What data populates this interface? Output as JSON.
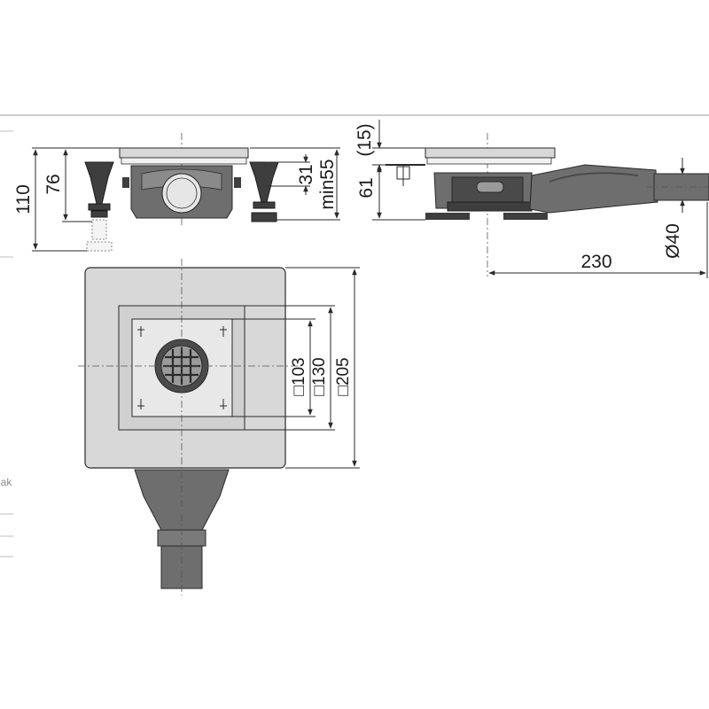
{
  "dimensions": {
    "front_total_height": "110",
    "front_height": "76",
    "front_top_gap": "31",
    "front_min_depth": "min55",
    "side_top": "(15)",
    "side_height": "61",
    "side_pipe_diameter": "Ø40",
    "side_length": "230",
    "plan_grate": "□103",
    "plan_frame": "□130",
    "plan_outer": "□205"
  },
  "edge_fragment": "lak",
  "colors": {
    "line": "#2a2a2a",
    "body_grey": "#6e6e6e",
    "dark_grey": "#4a4a4a",
    "light_plate": "#d8d8d8",
    "paper": "#ffffff"
  }
}
